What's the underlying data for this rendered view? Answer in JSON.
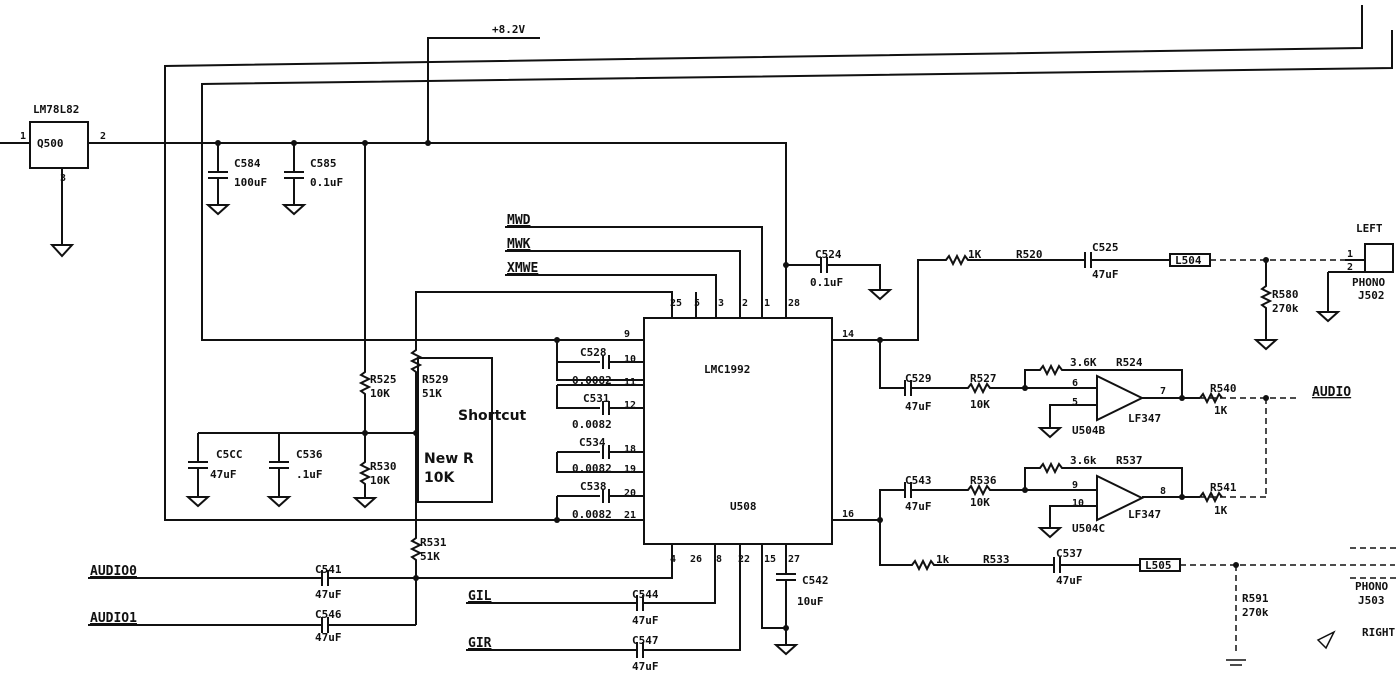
{
  "supply": {
    "rail": "+8.2V"
  },
  "regulator": {
    "part": "LM78L82",
    "ref": "Q500",
    "pin_in": "1",
    "pin_out": "2",
    "pin_gnd": "3"
  },
  "caps": {
    "c584": {
      "ref": "C584",
      "value": "100uF"
    },
    "c585": {
      "ref": "C585",
      "value": "0.1uF"
    },
    "c524": {
      "ref": "C524",
      "value": "0.1uF"
    },
    "c525": {
      "ref": "C525",
      "value": "47uF"
    },
    "c528": {
      "ref": "C528",
      "value": "0.0082"
    },
    "c531": {
      "ref": "C531",
      "value": "0.0082"
    },
    "c534": {
      "ref": "C534",
      "value": "0.0082"
    },
    "c538": {
      "ref": "C538",
      "value": "0.0082"
    },
    "c529": {
      "ref": "C529",
      "value": "47uF"
    },
    "c543": {
      "ref": "C543",
      "value": "47uF"
    },
    "c537": {
      "ref": "C537",
      "value": "47uF"
    },
    "c541": {
      "ref": "C541",
      "value": "47uF"
    },
    "c546": {
      "ref": "C546",
      "value": "47uF"
    },
    "c544": {
      "ref": "C544",
      "value": "47uF"
    },
    "c547": {
      "ref": "C547",
      "value": "47uF"
    },
    "c542": {
      "ref": "C542",
      "value": "10uF"
    },
    "c5cc": {
      "ref": "C5CC",
      "value": "47uF"
    },
    "c536": {
      "ref": "C536",
      "value": ".1uF"
    }
  },
  "resistors": {
    "r520": {
      "ref": "R520",
      "value": "1K"
    },
    "r580": {
      "ref": "R580",
      "value": "270k"
    },
    "r525": {
      "ref": "R525",
      "value": "10K"
    },
    "r529": {
      "ref": "R529",
      "value": "51K"
    },
    "r530": {
      "ref": "R530",
      "value": "10K"
    },
    "r531": {
      "ref": "R531",
      "value": "51K"
    },
    "r527": {
      "ref": "R527",
      "value": "10K"
    },
    "r524": {
      "ref": "R524",
      "value": "3.6K"
    },
    "r540": {
      "ref": "R540",
      "value": "1K"
    },
    "r536": {
      "ref": "R536",
      "value": "10K"
    },
    "r537": {
      "ref": "R537",
      "value": "3.6k"
    },
    "r541": {
      "ref": "R541",
      "value": "1K"
    },
    "r533": {
      "ref": "R533",
      "value": "1k"
    },
    "r591": {
      "ref": "R591",
      "value": "270k"
    }
  },
  "ic": {
    "part": "LMC1992",
    "ref": "U508",
    "pins_top": [
      "25",
      "5",
      "3",
      "2",
      "1",
      "28"
    ],
    "pins_left": [
      "9",
      "10",
      "11",
      "12",
      "18",
      "19",
      "20",
      "21"
    ],
    "pins_right": [
      "14",
      "16"
    ],
    "pins_bottom": [
      "4",
      "26",
      "8",
      "22",
      "15",
      "27"
    ]
  },
  "opamps": {
    "a": {
      "ref": "U504B",
      "part": "LF347",
      "pin_neg": "6",
      "pin_pos": "5",
      "pin_out": "7"
    },
    "b": {
      "ref": "U504C",
      "part": "LF347",
      "pin_neg": "9",
      "pin_pos": "10",
      "pin_out": "8"
    }
  },
  "inductors": {
    "l504": "L504",
    "l505": "L505"
  },
  "jacks": {
    "left": {
      "title": "LEFT",
      "type": "PHONO",
      "ref": "J502",
      "pin1": "1",
      "pin2": "2"
    },
    "right": {
      "title": "RIGHT",
      "type": "PHONO",
      "ref": "J503"
    }
  },
  "nets": {
    "mwd": "MWD",
    "mwk": "MWK",
    "xmwe": "XMWE",
    "audio": "AUDIO",
    "audio0": "AUDIO0",
    "audio1": "AUDIO1",
    "gil": "GIL",
    "gir": "GIR"
  },
  "annotation": {
    "shortcut": "Shortcut",
    "new_r_line1": "New R",
    "new_r_line2": "10K"
  }
}
